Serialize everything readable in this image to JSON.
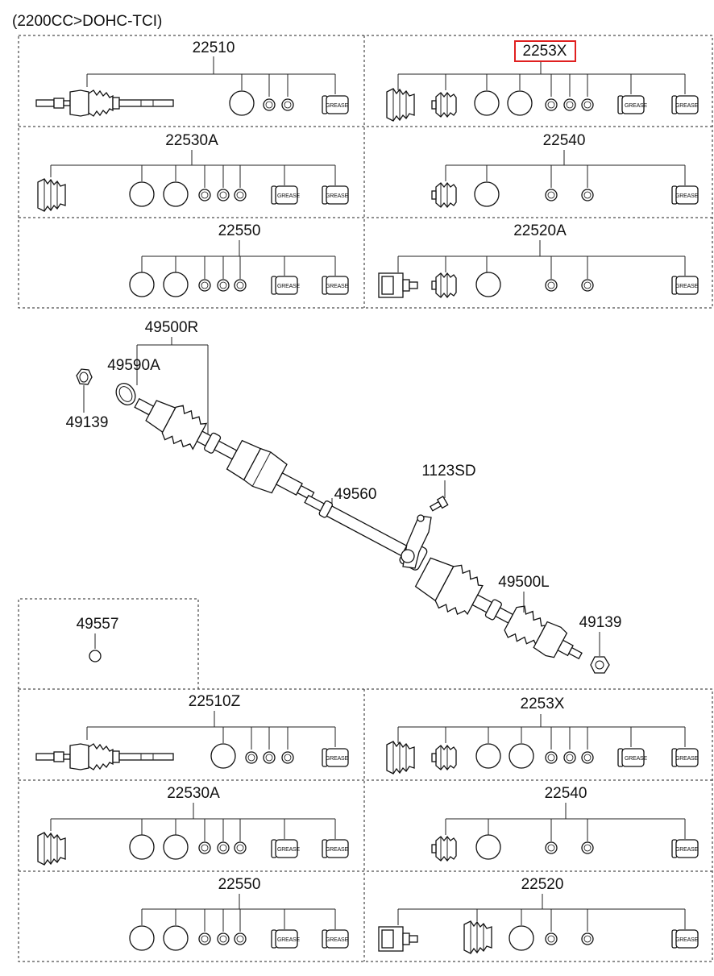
{
  "header": {
    "engine_note": "(2200CC>DOHC-TCI)"
  },
  "grease_text": "GREASE",
  "highlight_color": "#e02020",
  "kits_upper": [
    {
      "id": "kit-22510",
      "label": "22510"
    },
    {
      "id": "kit-2253x-upper",
      "label": "2253X",
      "highlighted": true
    },
    {
      "id": "kit-22530a-upper",
      "label": "22530A"
    },
    {
      "id": "kit-22540-upper",
      "label": "22540"
    },
    {
      "id": "kit-22550-upper",
      "label": "22550"
    },
    {
      "id": "kit-22520a",
      "label": "22520A"
    }
  ],
  "kits_lower": [
    {
      "id": "kit-22510z",
      "label": "22510Z"
    },
    {
      "id": "kit-2253x-lower",
      "label": "2253X"
    },
    {
      "id": "kit-22530a-lower",
      "label": "22530A"
    },
    {
      "id": "kit-22540-lower",
      "label": "22540"
    },
    {
      "id": "kit-22550-lower",
      "label": "22550"
    },
    {
      "id": "kit-22520",
      "label": "22520"
    }
  ],
  "assembly": {
    "shaft_right": "49500R",
    "seal": "49590A",
    "nut_right": "49139",
    "bolt": "1123SD",
    "inter_shaft": "49560",
    "shaft_left": "49500L",
    "nut_left": "49139"
  },
  "separate": {
    "ring": "49557"
  }
}
